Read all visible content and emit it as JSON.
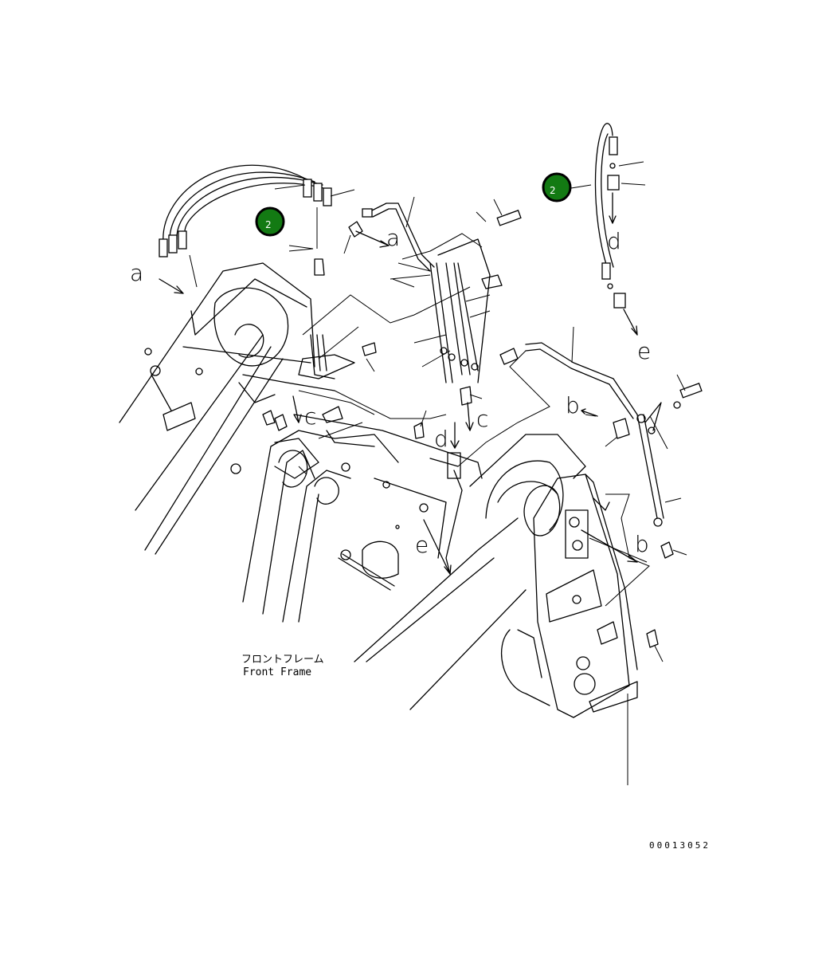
{
  "view_letters": {
    "a_left": "a",
    "a_right": "a",
    "b_upper": "b",
    "b_lower": "b",
    "c_left": "c",
    "c_right": "c",
    "d_center": "d",
    "d_right": "d",
    "e_center": "e",
    "e_right": "e"
  },
  "badges": {
    "left": "2",
    "right": "2"
  },
  "caption": {
    "japanese": "フロントフレーム",
    "english": "Front Frame"
  },
  "drawing_number": "00013052",
  "colors": {
    "badge_fill": "#137a13",
    "line": "#000000"
  }
}
